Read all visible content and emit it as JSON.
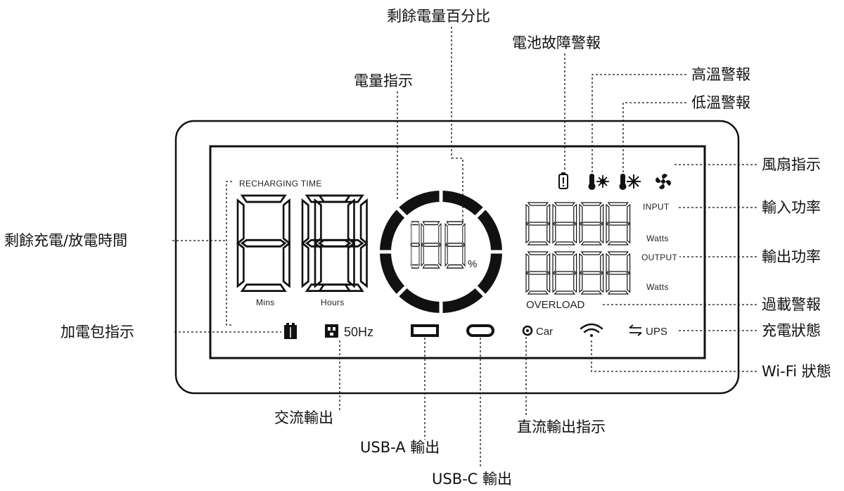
{
  "labels": {
    "remaining_percent": "剩餘電量百分比",
    "battery_level": "電量指示",
    "battery_fault": "電池故障警報",
    "high_temp": "高溫警報",
    "low_temp": "低溫警報",
    "fan": "風扇指示",
    "input_power": "輸入功率",
    "output_power": "輸出功率",
    "overload_alarm": "過載警報",
    "charge_status": "充電狀態",
    "wifi_status": "Wi-Fi 狀態",
    "remaining_time": "剩餘充電/放電時間",
    "extra_battery": "加電包指示",
    "ac_output": "交流輸出",
    "usb_a_output": "USB-A 輸出",
    "usb_c_output": "USB-C 輸出",
    "dc_output": "直流輸出指示"
  },
  "lcd": {
    "recharging_time": "RECHARGING TIME",
    "mins": "Mins",
    "hours": "Hours",
    "percent_sign": "%",
    "input": "INPUT",
    "output": "OUTPUT",
    "watts": "Watts",
    "overload": "OVERLOAD",
    "freq": "50Hz",
    "car": "Car",
    "ups": "UPS"
  },
  "icons": [
    "battery-fault-icon",
    "high-temp-icon",
    "low-temp-icon",
    "fan-icon",
    "extra-battery-icon",
    "ac-outlet-icon",
    "usb-a-icon",
    "usb-c-icon",
    "car-icon",
    "wifi-icon",
    "ups-arrows-icon"
  ]
}
